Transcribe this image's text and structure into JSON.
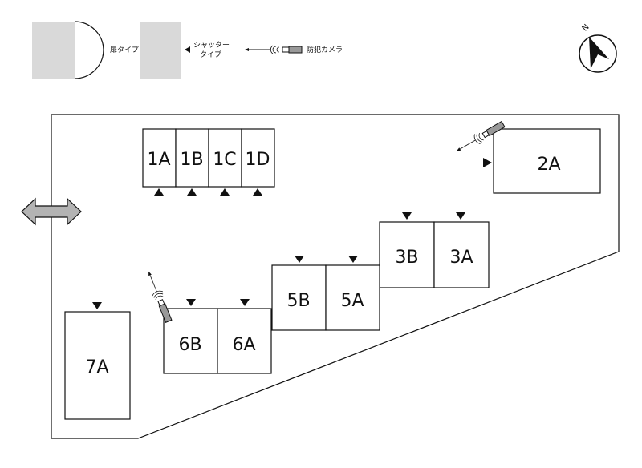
{
  "legend": {
    "door_type_label": "扉タイプ",
    "shutter_type_label_1": "シャッター",
    "shutter_type_label_2": "タイプ",
    "camera_label": "防犯カメラ"
  },
  "compass": {
    "north_label": "N"
  },
  "units": {
    "u1A": "1A",
    "u1B": "1B",
    "u1C": "1C",
    "u1D": "1D",
    "u2A": "2A",
    "u3B": "3B",
    "u3A": "3A",
    "u5B": "5B",
    "u5A": "5A",
    "u6B": "6B",
    "u6A": "6A",
    "u7A": "7A"
  },
  "colors": {
    "legend_fill": "#d9d9d9",
    "arrow_fill": "#b3b3b3",
    "line": "#111111"
  },
  "icons": [
    "entrance-arrow-icon",
    "camera-icon",
    "compass-icon",
    "door-marker-icon"
  ]
}
